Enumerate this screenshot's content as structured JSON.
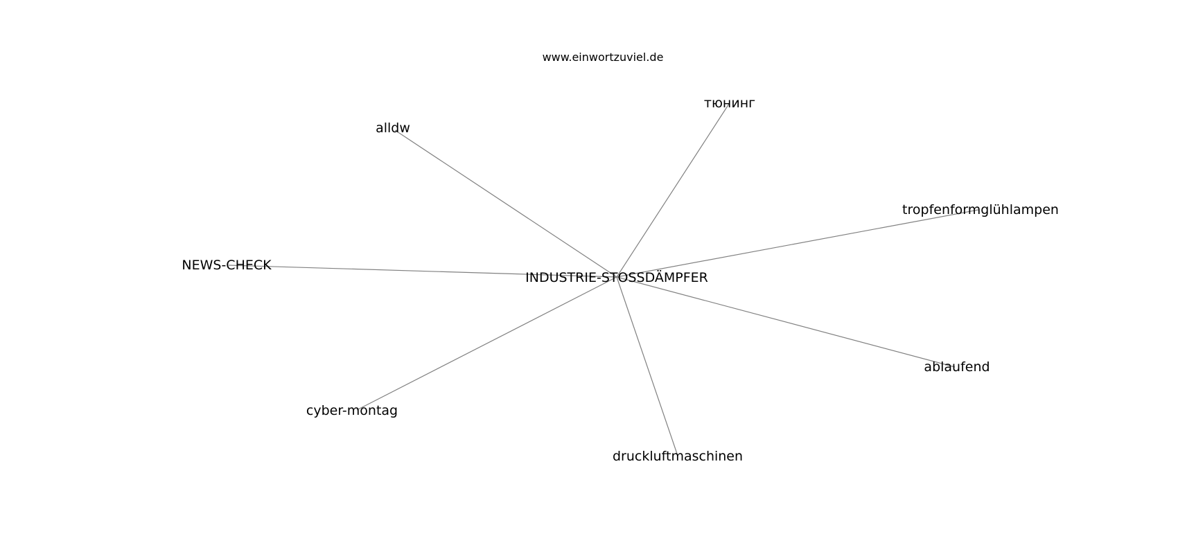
{
  "header": {
    "site": "www.einwortzuviel.de"
  },
  "graph": {
    "center": "INDUSTRIE-STOSSDÄMPFER",
    "neighbors": [
      "тюнинг",
      "alldw",
      "tropfenformglühlampen",
      "NEWS-CHECK",
      "ablaufend",
      "cyber-montag",
      "druckluftmaschinen"
    ],
    "edge_color": "#808080",
    "text_color": "#000000"
  }
}
